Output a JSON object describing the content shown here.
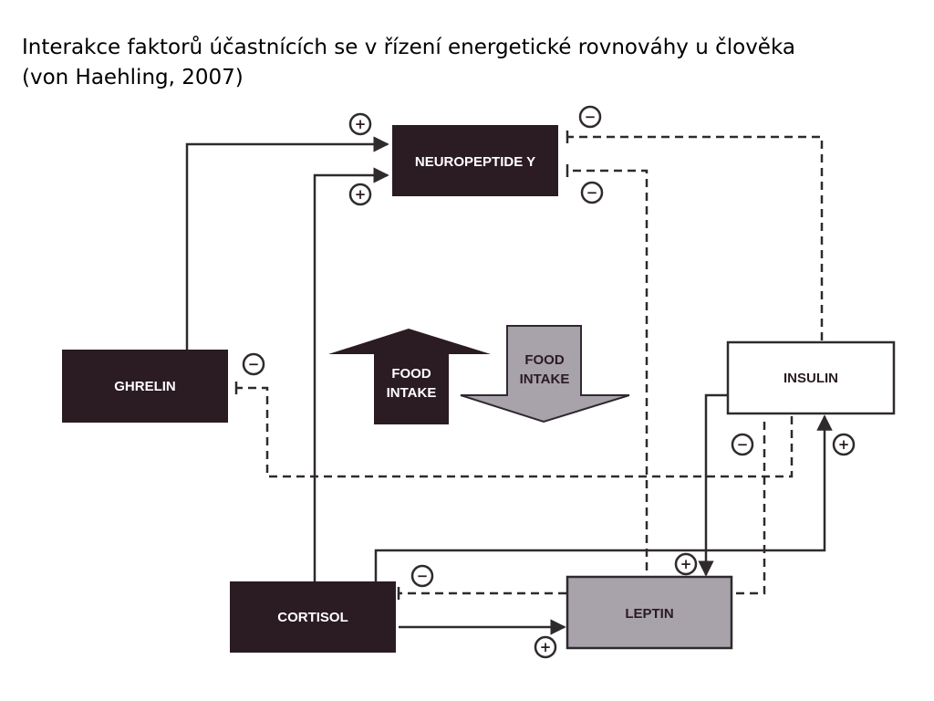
{
  "title": {
    "line1": "Interakce faktorů účastnících se v řízení energetické rovnováhy u člověka",
    "line2": "(von Haehling, 2007)"
  },
  "nodes": {
    "neuropeptide": "NEUROPEPTIDE Y",
    "ghrelin": "GHRELIN",
    "insulin": "INSULIN",
    "cortisol": "CORTISOL",
    "leptin": "LEPTIN"
  },
  "food_intake_up": {
    "line1": "FOOD",
    "line2": "INTAKE"
  },
  "food_intake_down": {
    "line1": "FOOD",
    "line2": "INTAKE"
  },
  "signs": {
    "plus": "+",
    "minus": "−"
  },
  "colors": {
    "dark_box": "#2b1b22",
    "leptin_box": "#a8a2ab",
    "down_arrow": "#a8a2ab",
    "line": "#2f2a2d"
  }
}
